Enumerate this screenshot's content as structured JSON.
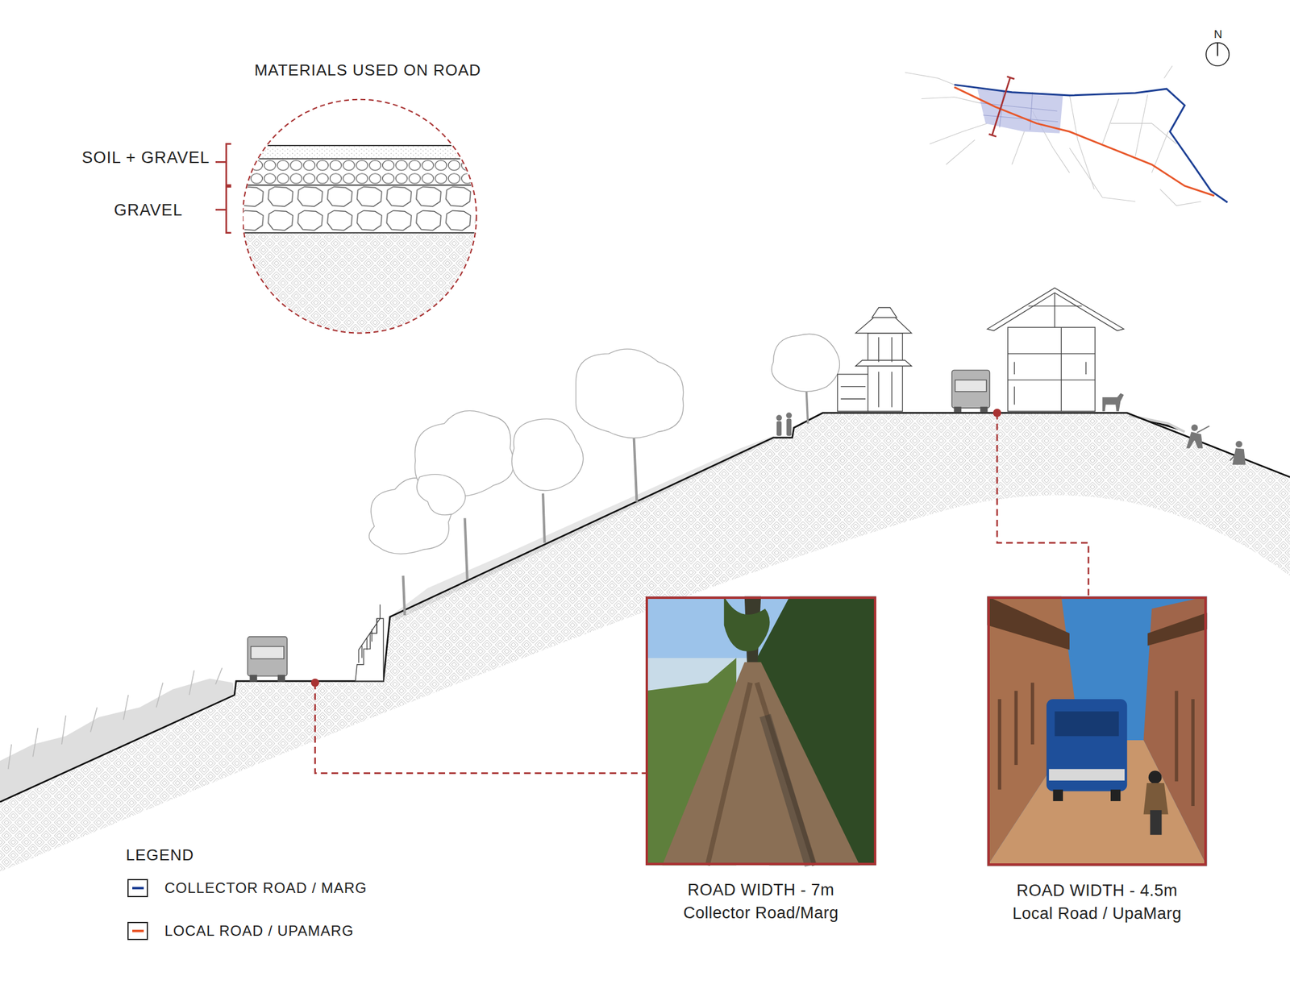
{
  "diagram": {
    "nodes": [
      {
        "text": [
          "MATERIALS USED ON ROAD"
        ]
      },
      {
        "text": [
          "ROAD WIDTH - 7m",
          "Collector Road/Marg"
        ]
      },
      {
        "text": [
          "ROAD WIDTH - 4.5m",
          "Local Road / UpaMarg"
        ]
      }
    ],
    "labels": [
      "N",
      "SOIL + GRAVEL",
      "GRAVEL",
      "LEGEND"
    ],
    "legend": [
      {
        "text": "COLLECTOR ROAD / MARG",
        "color": "#1c3f94"
      },
      {
        "text": "LOCAL ROAD / UPAMARG",
        "color": "#e8572a"
      }
    ]
  }
}
